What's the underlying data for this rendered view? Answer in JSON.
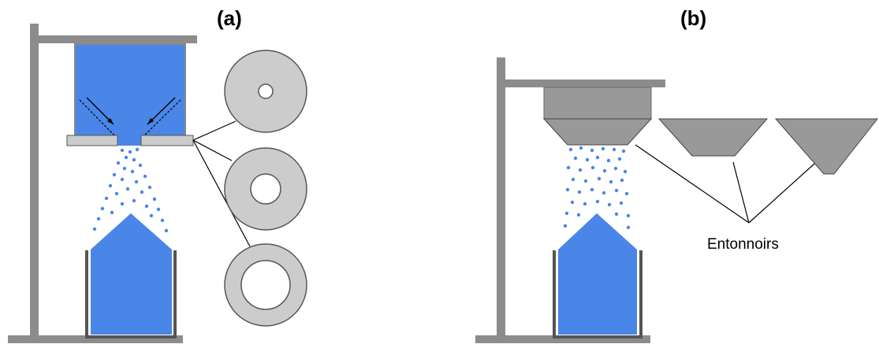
{
  "panels": {
    "a": {
      "label": "(a)"
    },
    "b": {
      "label": "(b)"
    }
  },
  "annotations": {
    "funnels_label": "Entonnoirs"
  },
  "colors": {
    "powder_blue": "#4a86e8",
    "stand_gray": "#8c8c8c",
    "funnel_gray": "#999999",
    "plate_gray": "#cccccc",
    "outline": "#555555"
  }
}
